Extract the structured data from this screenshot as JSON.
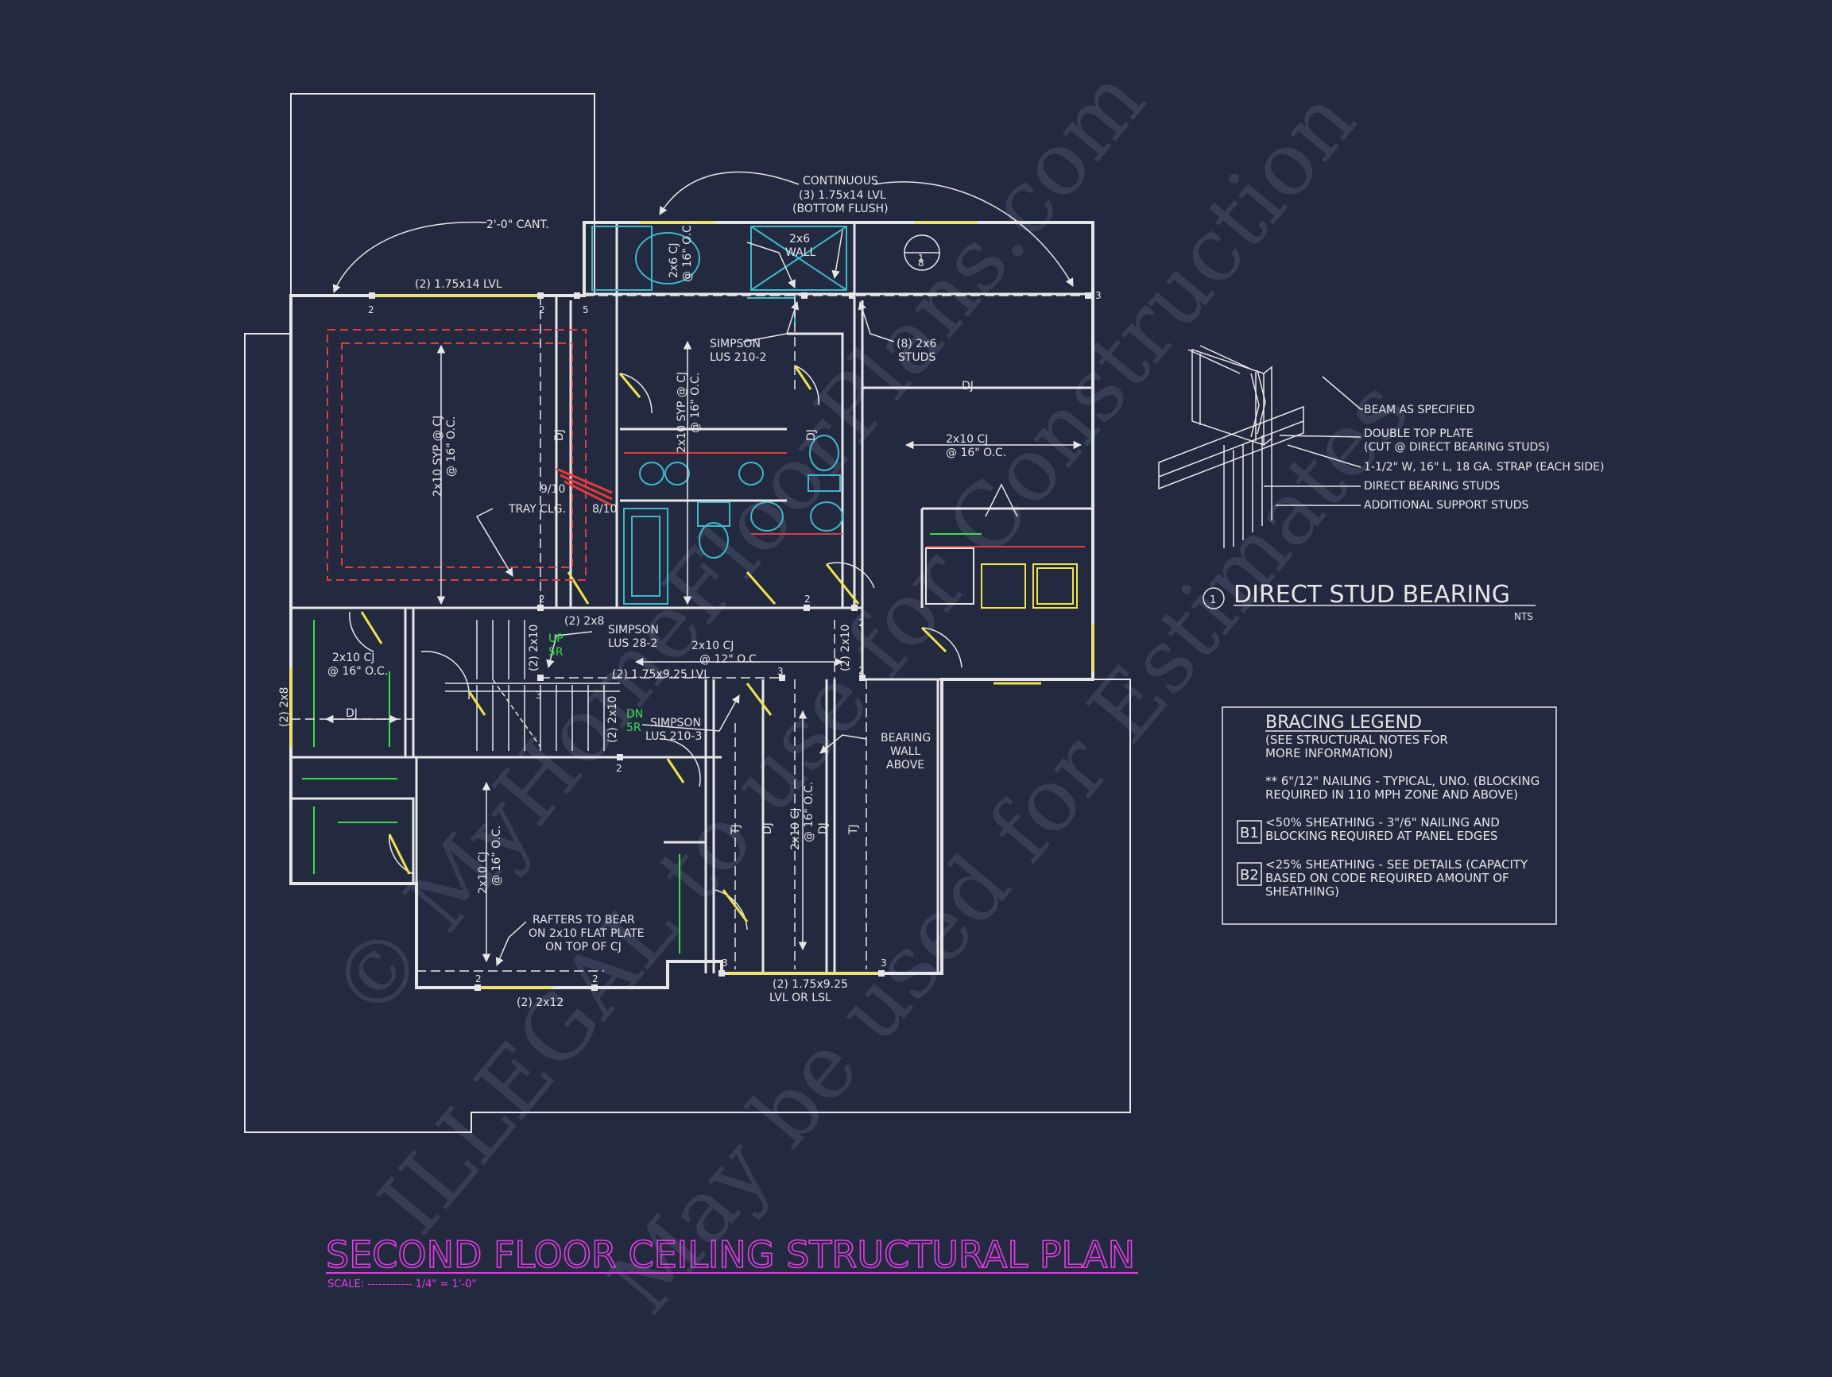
{
  "colors": {
    "background": "#232a3f",
    "line": "#e6e6e6",
    "window": "#f2e34a",
    "dash_red": "#e03c3c",
    "cyan": "#3fb7c9",
    "green": "#37e044",
    "magenta": "#e63ce6",
    "watermark": "#3a4058"
  },
  "plan": {
    "title": "SECOND FLOOR CEILING STRUCTURAL PLAN",
    "scale_label": "SCALE: ------------ 1/4\" = 1'-0\"",
    "labels": {
      "cant": "2'-0\" CANT.",
      "lvl_top": "(2) 1.75x14 LVL",
      "cont_1": "CONTINUOUS",
      "cont_2": "(3) 1.75x14 LVL",
      "cont_3": "(BOTTOM FLUSH)",
      "wall_2x6_1": "2x6",
      "wall_2x6_2": "WALL",
      "simpson_210_2_a": "SIMPSON",
      "simpson_210_2_b": "LUS 210-2",
      "studs_1": "(8) 2x6",
      "studs_2": "STUDS",
      "dj_upper_right": "DJ",
      "cj_right_1": "2x10 CJ",
      "cj_right_2": "@ 16\" O.C.",
      "cj_master": "2x10 SYP @ CJ",
      "cj_master_2": "@ 16\" O.C.",
      "dj_master": "DJ",
      "tray_910": "9/10",
      "tray_810": "8/10",
      "tray_clg": "TRAY CLG.",
      "cj_bath_1": "2x10 SYP @ CJ",
      "cj_bath_2": "@ 16\" O.C.",
      "cj_closet": "2x6 CJ",
      "cj_closet_2": "@ 16\" O.C.",
      "dj_bath": "DJ",
      "circle_num": "1",
      "circle_sheet": "8",
      "hdr_2x8": "(2) 2x8",
      "hdr_2x10_a": "(2) 2x10",
      "simpson_28_a": "SIMPSON",
      "simpson_28_b": "LUS 28-2",
      "cj_hall_1": "2x10 CJ",
      "cj_hall_2": "@ 12\" O.C.",
      "hdr_2x10_b": "(2) 2x10",
      "lvl_hall": "(2) 1.75x9.25 LVL",
      "cj_left_1": "2x10 CJ",
      "cj_left_2": "@ 16\" O.C.",
      "dj_left": "DJ",
      "hdr_2x8_left": "(2) 2x8",
      "up": "UP",
      "up_5r": "5R",
      "dn": "DN",
      "dn_5r": "5R",
      "hdr_2x10_c": "(2) 2x10",
      "simpson_210_3_a": "SIMPSON",
      "simpson_210_3_b": "LUS 210-3",
      "bearing_1": "BEARING",
      "bearing_2": "WALL",
      "bearing_3": "ABOVE",
      "cj_lower_1": "2x10 CJ",
      "cj_lower_2": "@ 16\" O.C.",
      "rafters_1": "RAFTERS TO BEAR",
      "rafters_2": "ON 2x10 FLAT PLATE",
      "rafters_3": "ON TOP OF CJ",
      "hdr_2x12": "(2) 2x12",
      "lvl_bottom_1": "(2) 1.75x9.25",
      "lvl_bottom_2": "LVL OR LSL",
      "cj_garage_1": "2x10 CJ",
      "cj_garage_2": "@ 16\" O.C.",
      "tj": "TJ",
      "dj": "DJ",
      "n2": "2",
      "n3": "3",
      "n5": "5"
    }
  },
  "detail": {
    "number": "1",
    "title": "DIRECT STUD BEARING",
    "nts": "NTS",
    "callouts": [
      "BEAM AS SPECIFIED",
      "DOUBLE TOP PLATE",
      "(CUT @ DIRECT BEARING STUDS)",
      "1-1/2\" W, 16\" L, 18 GA. STRAP (EACH SIDE)",
      "DIRECT BEARING STUDS",
      "ADDITIONAL SUPPORT STUDS"
    ]
  },
  "legend": {
    "title": "BRACING LEGEND",
    "sub_1": "(SEE STRUCTURAL NOTES FOR",
    "sub_2": "MORE INFORMATION)",
    "note_1": "** 6\"/12\" NAILING - TYPICAL, UNO. (BLOCKING",
    "note_2": "REQUIRED IN 110 MPH ZONE AND ABOVE)",
    "b1_tag": "B1",
    "b1_1": "<50% SHEATHING - 3\"/6\" NAILING AND",
    "b1_2": "BLOCKING REQUIRED AT PANEL EDGES",
    "b2_tag": "B2",
    "b2_1": "<25% SHEATHING - SEE DETAILS (CAPACITY",
    "b2_2": "BASED ON CODE REQUIRED AMOUNT OF",
    "b2_3": "SHEATHING)"
  },
  "watermark": {
    "line_1": "© MyHomeFloorPlans.com",
    "line_2": "ILLEGAL to use for Construction",
    "line_3": "May be used for Estimates"
  }
}
